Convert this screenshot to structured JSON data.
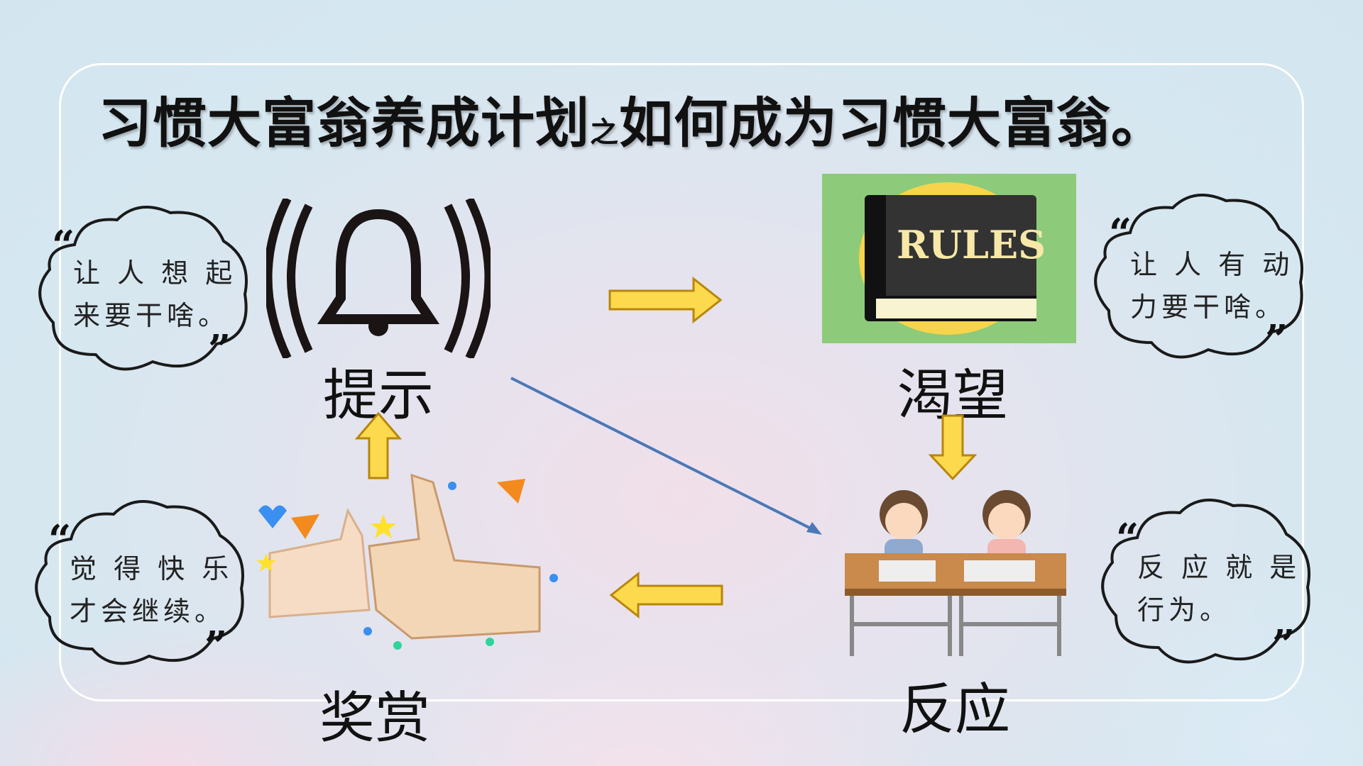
{
  "title": {
    "main": "习惯大富翁养成计划",
    "connector": "之",
    "sub": "如何成为习惯大富翁。"
  },
  "stages": {
    "cue": "提示",
    "craving": "渴望",
    "response": "反应",
    "reward": "奖赏"
  },
  "rules_book_text": "RULES",
  "bubbles": {
    "cue": {
      "line1": "让 人 想 起",
      "line2": "来要干啥。"
    },
    "craving": {
      "line1": "让 人 有 动",
      "line2": "力要干啥。"
    },
    "reward": {
      "line1": "觉 得 快 乐",
      "line2": "才会继续。"
    },
    "response": {
      "line1": "反 应 就 是",
      "line2": "行为。"
    }
  },
  "quotes": {
    "open": "“",
    "close": "”"
  },
  "colors": {
    "arrow_fill": "#fdd94e",
    "arrow_stroke": "#b8860b",
    "line": "#4a78b8",
    "rules_bg": "#8dcb7a"
  }
}
